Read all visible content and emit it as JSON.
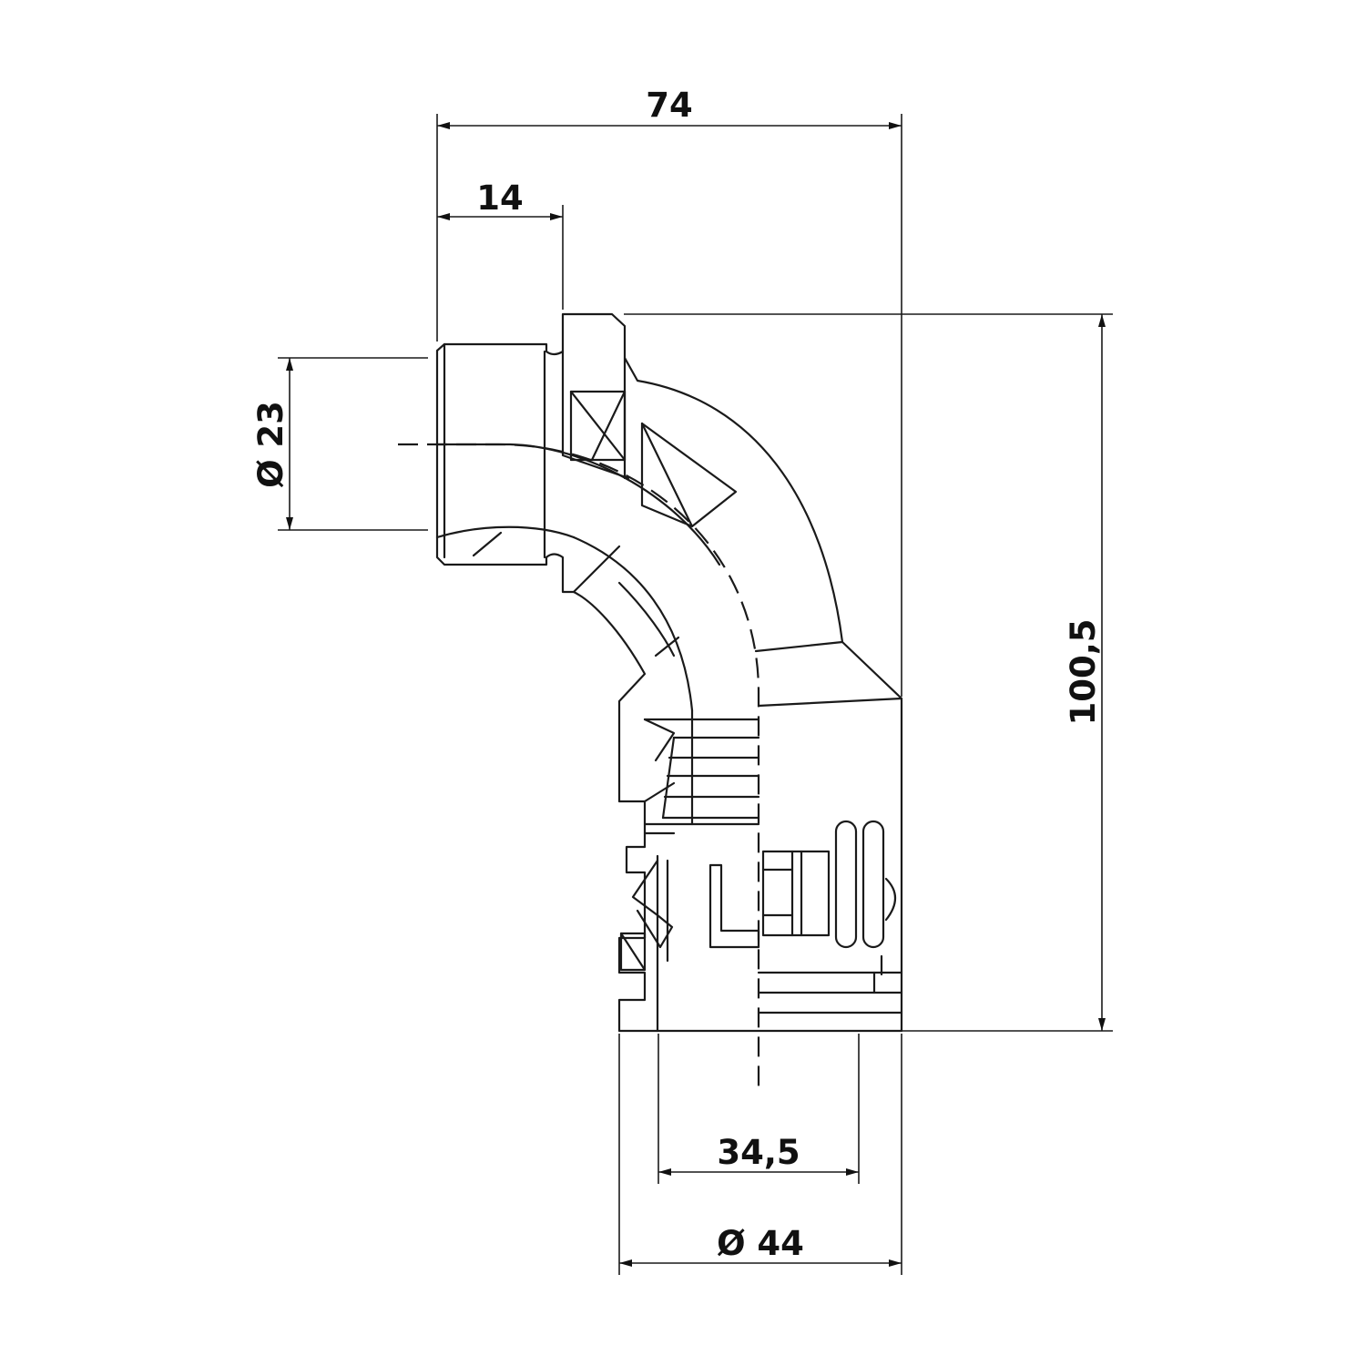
{
  "drawing": {
    "dimensions": {
      "overall_width": "74",
      "thread_length": "14",
      "thread_diameter": "Ø 23",
      "height": "100,5",
      "inner_diameter": "34,5",
      "outer_diameter": "Ø 44"
    }
  }
}
